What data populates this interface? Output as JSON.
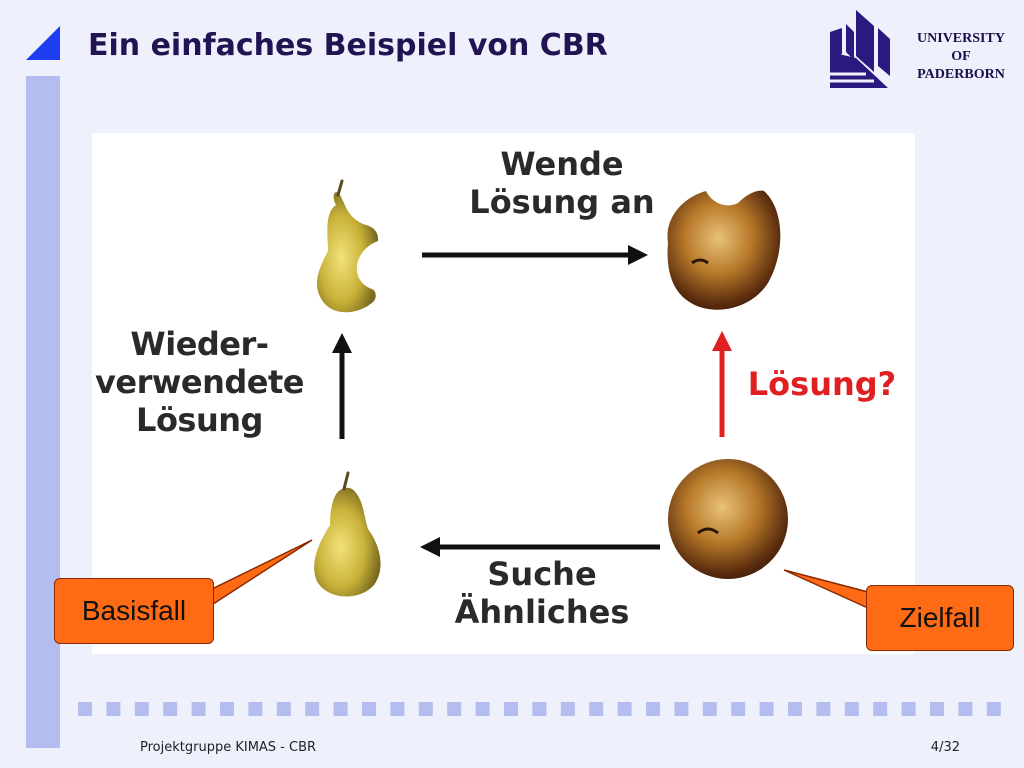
{
  "slide": {
    "title": "Ein einfaches Beispiel von CBR",
    "logo": {
      "line1": "UNIVERSITY",
      "line2": "OF",
      "line3": "PADERBORN",
      "icon": "university-paderborn-logo-icon",
      "color": "#2a1a80"
    },
    "accent_color": "#1f3df0",
    "sidebar_color": "#b3bdf0"
  },
  "diagram": {
    "label_top_line1": "Wende",
    "label_top_line2": "Lösung an",
    "label_left_line1": "Wieder-",
    "label_left_line2": "verwendete",
    "label_left_line3": "Lösung",
    "label_right": "Lösung?",
    "label_bottom_line1": "Suche",
    "label_bottom_line2": "Ähnliches",
    "label_right_color": "#e02020",
    "images": [
      "eaten-pear-icon",
      "eaten-apple-icon",
      "pear-icon",
      "apple-icon"
    ]
  },
  "callouts": {
    "basis": "Basisfall",
    "ziel": "Zielfall",
    "color": "#ff6b14"
  },
  "footer": {
    "left": "Projektgruppe KIMAS - CBR",
    "right": "4/32"
  }
}
